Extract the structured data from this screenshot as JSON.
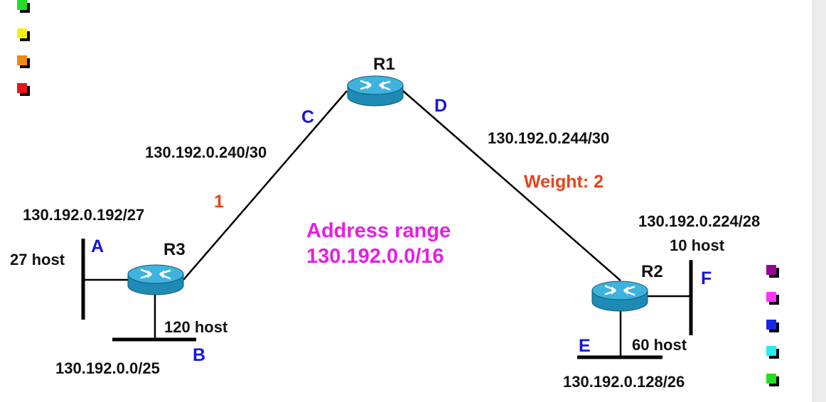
{
  "routers": {
    "r1": "R1",
    "r2": "R2",
    "r3": "R3"
  },
  "networks": {
    "a": {
      "letter": "A",
      "subnet": "130.192.0.192/27",
      "hosts": "27 host"
    },
    "b": {
      "letter": "B",
      "subnet": "130.192.0.0/25",
      "hosts": "120 host"
    },
    "c": {
      "letter": "C",
      "subnet": "130.192.0.240/30"
    },
    "d": {
      "letter": "D",
      "subnet": "130.192.0.244/30"
    },
    "e": {
      "letter": "E",
      "subnet": "130.192.0.128/26",
      "hosts": "60 host"
    },
    "f": {
      "letter": "F",
      "subnet": "130.192.0.224/28",
      "hosts": "10 host"
    }
  },
  "link_weights": {
    "r3_r1": "1",
    "r1_r2": "Weight: 2"
  },
  "address_range": {
    "title": "Address range",
    "value": "130.192.0.0/16"
  },
  "colors": {
    "line": "#000000",
    "router_body": "#1f8ab3",
    "router_top": "#3fb3dd",
    "letter": "#1414e0",
    "weight": "#e8421a",
    "range": "#e61ee6"
  },
  "legend_left": [
    "#22dd22",
    "#f2f20a",
    "#f08a14",
    "#ee1414"
  ],
  "legend_right": [
    "#990099",
    "#ff33ff",
    "#1428e6",
    "#22eeee",
    "#22dd22"
  ]
}
